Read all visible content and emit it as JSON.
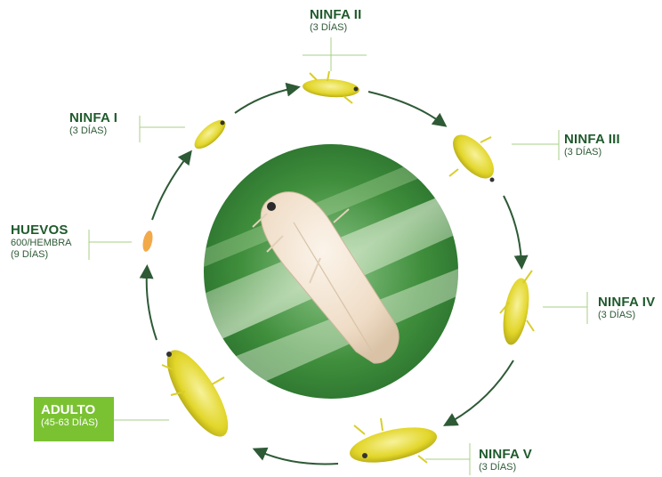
{
  "stages": {
    "huevos": {
      "title": "HUEVOS",
      "line1": "600/HEMBRA",
      "line2": "(9 DÍAS)"
    },
    "ninfa1": {
      "title": "NINFA I",
      "sub": "(3 DÍAS)"
    },
    "ninfa2": {
      "title": "NINFA II",
      "sub": "(3 DÍAS)"
    },
    "ninfa3": {
      "title": "NINFA III",
      "sub": "(3 DÍAS)"
    },
    "ninfa4": {
      "title": "NINFA IV",
      "sub": "(3 DÍAS)"
    },
    "ninfa5": {
      "title": "NINFA V",
      "sub": "(3 DÍAS)"
    },
    "adulto": {
      "title": "ADULTO",
      "sub": "(45-63 DÍAS)"
    }
  },
  "colors": {
    "arrow": "#2e5a36",
    "label_text": "#1f5a2c",
    "adulto_box": "#7ac232",
    "leader": "#a8cf86",
    "insect_body": "#e4dc30",
    "leaf": "#3d8a3a"
  }
}
